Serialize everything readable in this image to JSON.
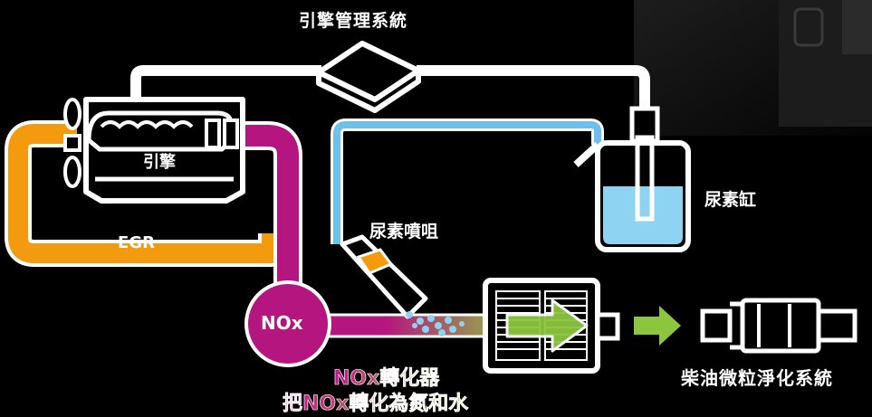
{
  "labels": {
    "engine_management": "引擎管理系統",
    "engine": "引擎",
    "egr": "EGR",
    "urea_nozzle": "尿素噴咀",
    "urea_tank": "尿素缸",
    "nox": "NOx",
    "nox_converter": "NOx轉化器",
    "nox_conversion": "把NOx轉化為氮和水",
    "diesel_particulate_filter": "柴油微粒淨化系統"
  },
  "colors": {
    "background": "#000000",
    "egr_pipe": "#f39a0e",
    "exhaust_pipe": "#b5157f",
    "urea_line": "#6cc0ea",
    "urea_fluid": "#8fd3f2",
    "clean_output": "#8cc63f",
    "outline": "#ffffff"
  },
  "icons": [
    "fan-icon",
    "engine-icon",
    "control-unit-icon",
    "urea-tank-icon",
    "urea-nozzle-icon",
    "catalytic-converter-icon",
    "diesel-particulate-filter-icon",
    "arrow-right-icon"
  ]
}
